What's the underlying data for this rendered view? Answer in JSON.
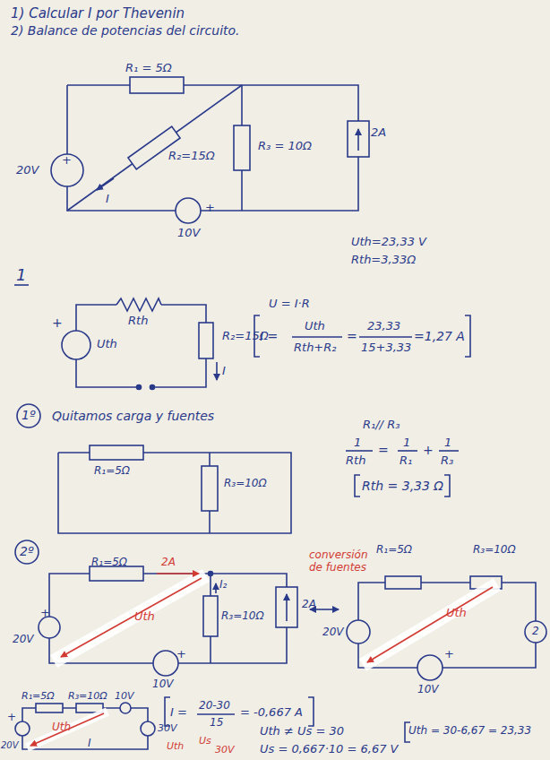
{
  "diagram": {
    "labels": [
      "1) Calcular I por Thevenin",
      "2) Balance de potencias del circuito.",
      "R₁ = 5Ω",
      "+",
      "20V",
      "R₂=15Ω",
      "I",
      "R₃ = 10Ω",
      "2A",
      "10V",
      "+",
      "1",
      "Uth=23,33 V",
      "Rth=3,33Ω",
      "+",
      "Uth",
      "Rth",
      "R₂=15Ω",
      "I",
      "U = I·R",
      "I =",
      "Uth",
      "Rth+R₂",
      "=",
      "23,33",
      "15+3,33",
      "=1,27 A",
      "1º",
      "Quitamos carga y fuentes",
      "R₁=5Ω",
      "R₃=10Ω",
      "R₁// R₃",
      "1",
      "Rth",
      "=",
      "1",
      "R₁",
      "+",
      "1",
      "R₃",
      "Rth = 3,33 Ω",
      "2º",
      "R₁=5Ω",
      "2A",
      "I₂",
      "R₃=10Ω",
      "2A",
      "20V",
      "+",
      "Uth",
      "10V",
      "+",
      "conversión de fuentes",
      "R₁=5Ω",
      "R₃=10Ω",
      "Uth",
      "20V",
      "2",
      "10V",
      "+",
      "R₁=5Ω",
      "R₃=10Ω",
      "10V",
      "+",
      "20V",
      "30V",
      "Uth",
      "I",
      "I =",
      "20-30",
      "15",
      "= -0,667 A",
      "Uth",
      "Us",
      "30V",
      "Uth ≠ Us = 30",
      "Us = 0,667·10 = 6,67 V",
      "Uth = 30-6,67 = 23,33"
    ]
  }
}
